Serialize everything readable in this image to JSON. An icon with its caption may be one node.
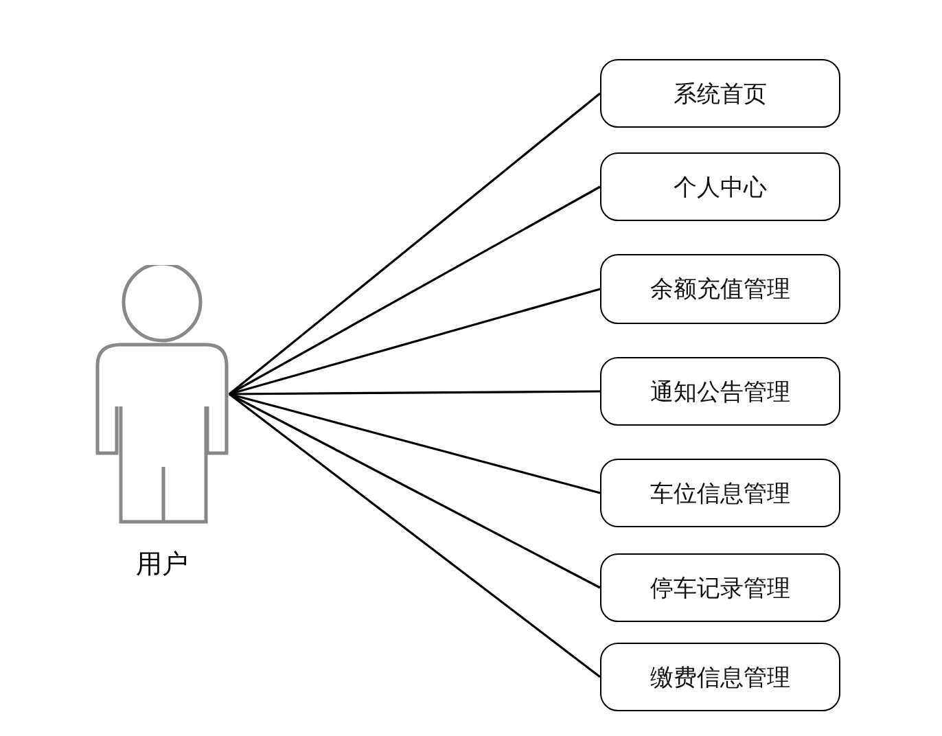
{
  "diagram": {
    "nodes": [
      {
        "text": [
          "用户"
        ]
      },
      {
        "text": [
          "系统首页"
        ]
      },
      {
        "text": [
          "个人中心"
        ]
      },
      {
        "text": [
          "余额充值管理"
        ]
      },
      {
        "text": [
          "通知公告管理"
        ]
      },
      {
        "text": [
          "车位信息管理"
        ]
      },
      {
        "text": [
          "停车记录管理"
        ]
      },
      {
        "text": [
          "缴费信息管理"
        ]
      }
    ],
    "edges": [
      {
        "from": 0,
        "to": 1,
        "arrow": "none"
      },
      {
        "from": 0,
        "to": 2,
        "arrow": "none"
      },
      {
        "from": 0,
        "to": 3,
        "arrow": "none"
      },
      {
        "from": 0,
        "to": 4,
        "arrow": "none"
      },
      {
        "from": 0,
        "to": 5,
        "arrow": "none"
      },
      {
        "from": 0,
        "to": 6,
        "arrow": "none"
      },
      {
        "from": 0,
        "to": 7,
        "arrow": "none"
      }
    ]
  }
}
